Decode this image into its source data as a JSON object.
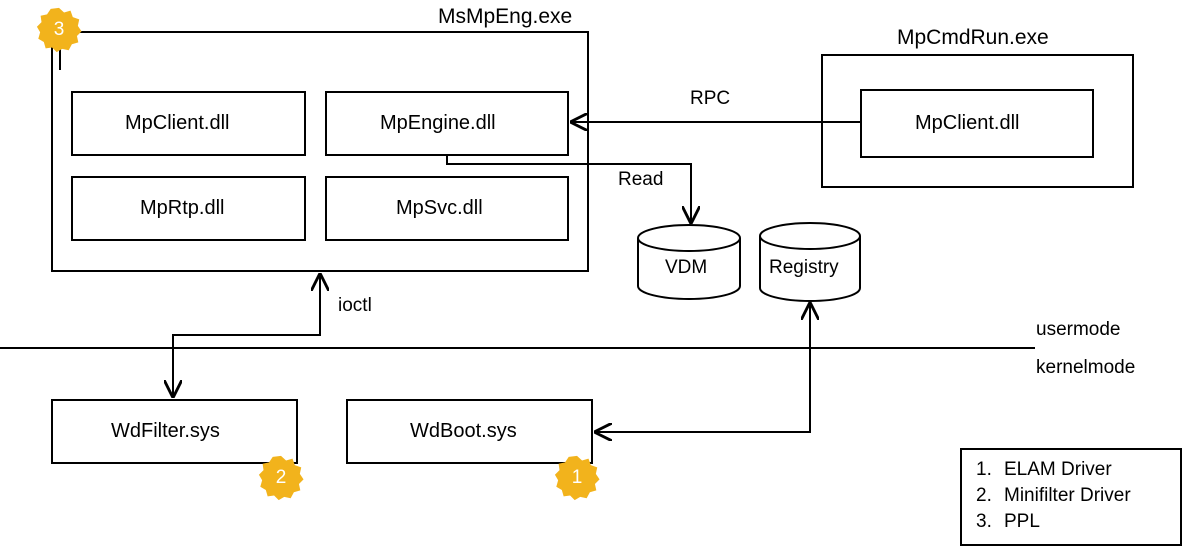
{
  "diagram": {
    "title_msmpeng": "MsMpEng.exe",
    "title_mpcmdrun": "MpCmdRun.exe",
    "modules_msmpeng": [
      {
        "label": "MpClient.dll"
      },
      {
        "label": "MpEngine.dll"
      },
      {
        "label": "MpRtp.dll"
      },
      {
        "label": "MpSvc.dll"
      }
    ],
    "module_mpcmdrun": "MpClient.dll",
    "datastores": [
      {
        "label": "VDM"
      },
      {
        "label": "Registry"
      }
    ],
    "drivers": [
      {
        "label": "WdFilter.sys"
      },
      {
        "label": "WdBoot.sys"
      }
    ],
    "edges": [
      {
        "label": "RPC"
      },
      {
        "label": "Read"
      },
      {
        "label": "ioctl"
      }
    ],
    "modes": {
      "usermode": "usermode",
      "kernelmode": "kernelmode"
    },
    "badges": [
      {
        "number": "1"
      },
      {
        "number": "2"
      },
      {
        "number": "3"
      }
    ],
    "legend": [
      {
        "number": "1.",
        "label": "ELAM Driver"
      },
      {
        "number": "2.",
        "label": "Minifilter Driver"
      },
      {
        "number": "3.",
        "label": "PPL"
      }
    ],
    "colors": {
      "badge_fill": "#F2B31C",
      "stroke": "#000000",
      "background": "#FFFFFF"
    }
  }
}
